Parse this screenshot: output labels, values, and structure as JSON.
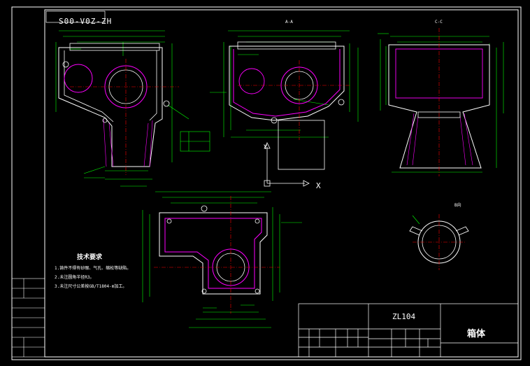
{
  "drawing": {
    "code": "S00-V0Z-ZH",
    "part_name": "箱体",
    "material": "ZL104",
    "axis_x": "X",
    "axis_y": "Y",
    "tech_title": "技术要求",
    "tech_notes": [
      "1.铸件不得有砂眼、气孔、缩松等缺陷。",
      "2.未注圆角半径R3。",
      "3.未注尺寸公差按GB/T1804-m加工。"
    ],
    "section_aa": "A-A",
    "section_cc": "C-C",
    "view_label": "B向"
  },
  "colors": {
    "background": "#000000",
    "frame": "#ffffff",
    "part": "#ffffff",
    "dimension": "#00ff00",
    "centerline": "#ff0000",
    "hatch": "#ff00ff",
    "bore": "#ff00ff"
  }
}
